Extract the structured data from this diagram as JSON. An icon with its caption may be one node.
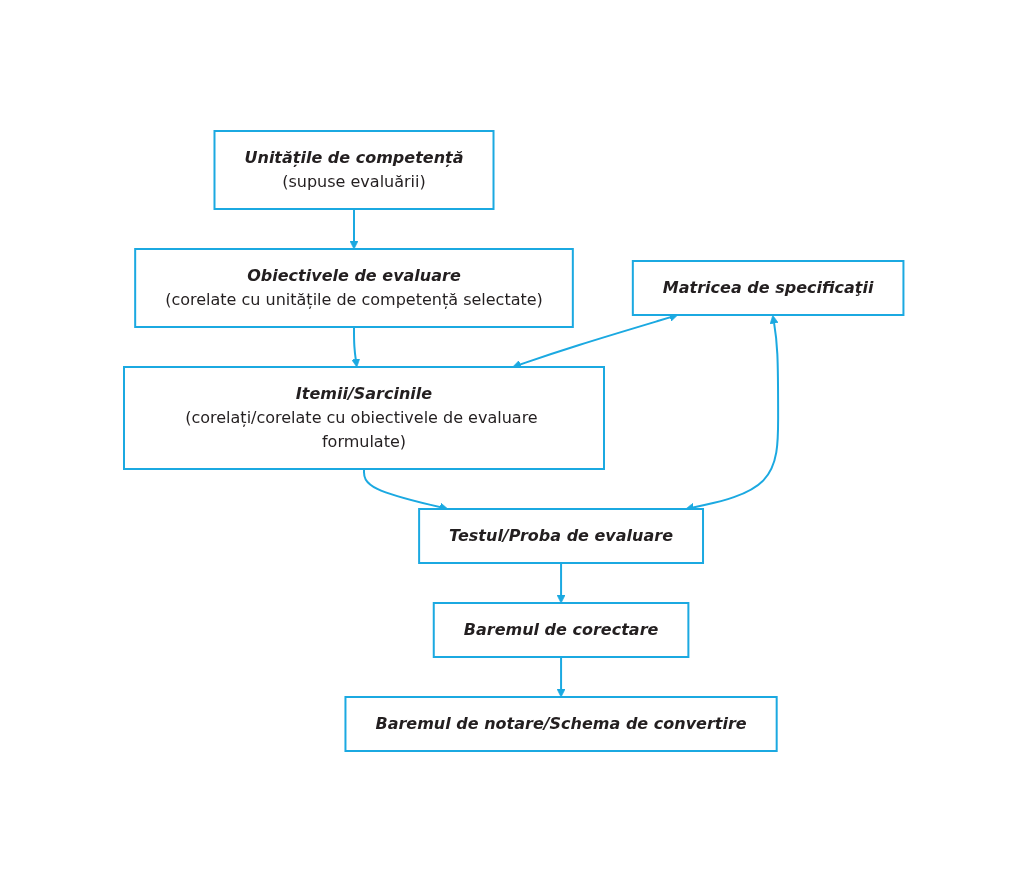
{
  "diagram": {
    "nodes": [
      {
        "text": [
          "Unitățile de competență",
          "(supuse evaluării)"
        ]
      },
      {
        "text": [
          "Obiectivele de evaluare",
          "(corelate cu unitățile de competență selectate)"
        ]
      },
      {
        "text": [
          "Itemii/Sarcinile",
          "(corelați/corelate cu obiectivele de evaluare formulate)"
        ]
      },
      {
        "text": [
          "Testul/Proba de evaluare"
        ]
      },
      {
        "text": [
          "Baremul de corectare"
        ]
      },
      {
        "text": [
          "Baremul de notare/Schema de convertire"
        ]
      },
      {
        "text": [
          "Matricea de specificaţii"
        ]
      }
    ],
    "edges": [
      {
        "from": 0,
        "to": 1,
        "arrow": "to"
      },
      {
        "from": 1,
        "to": 2,
        "arrow": "to"
      },
      {
        "from": 2,
        "to": 3,
        "arrow": "to"
      },
      {
        "from": 3,
        "to": 4,
        "arrow": "to"
      },
      {
        "from": 4,
        "to": 5,
        "arrow": "to"
      },
      {
        "from": 6,
        "to": 2,
        "arrow": "both"
      },
      {
        "from": 6,
        "to": 3,
        "arrow": "both"
      }
    ]
  }
}
